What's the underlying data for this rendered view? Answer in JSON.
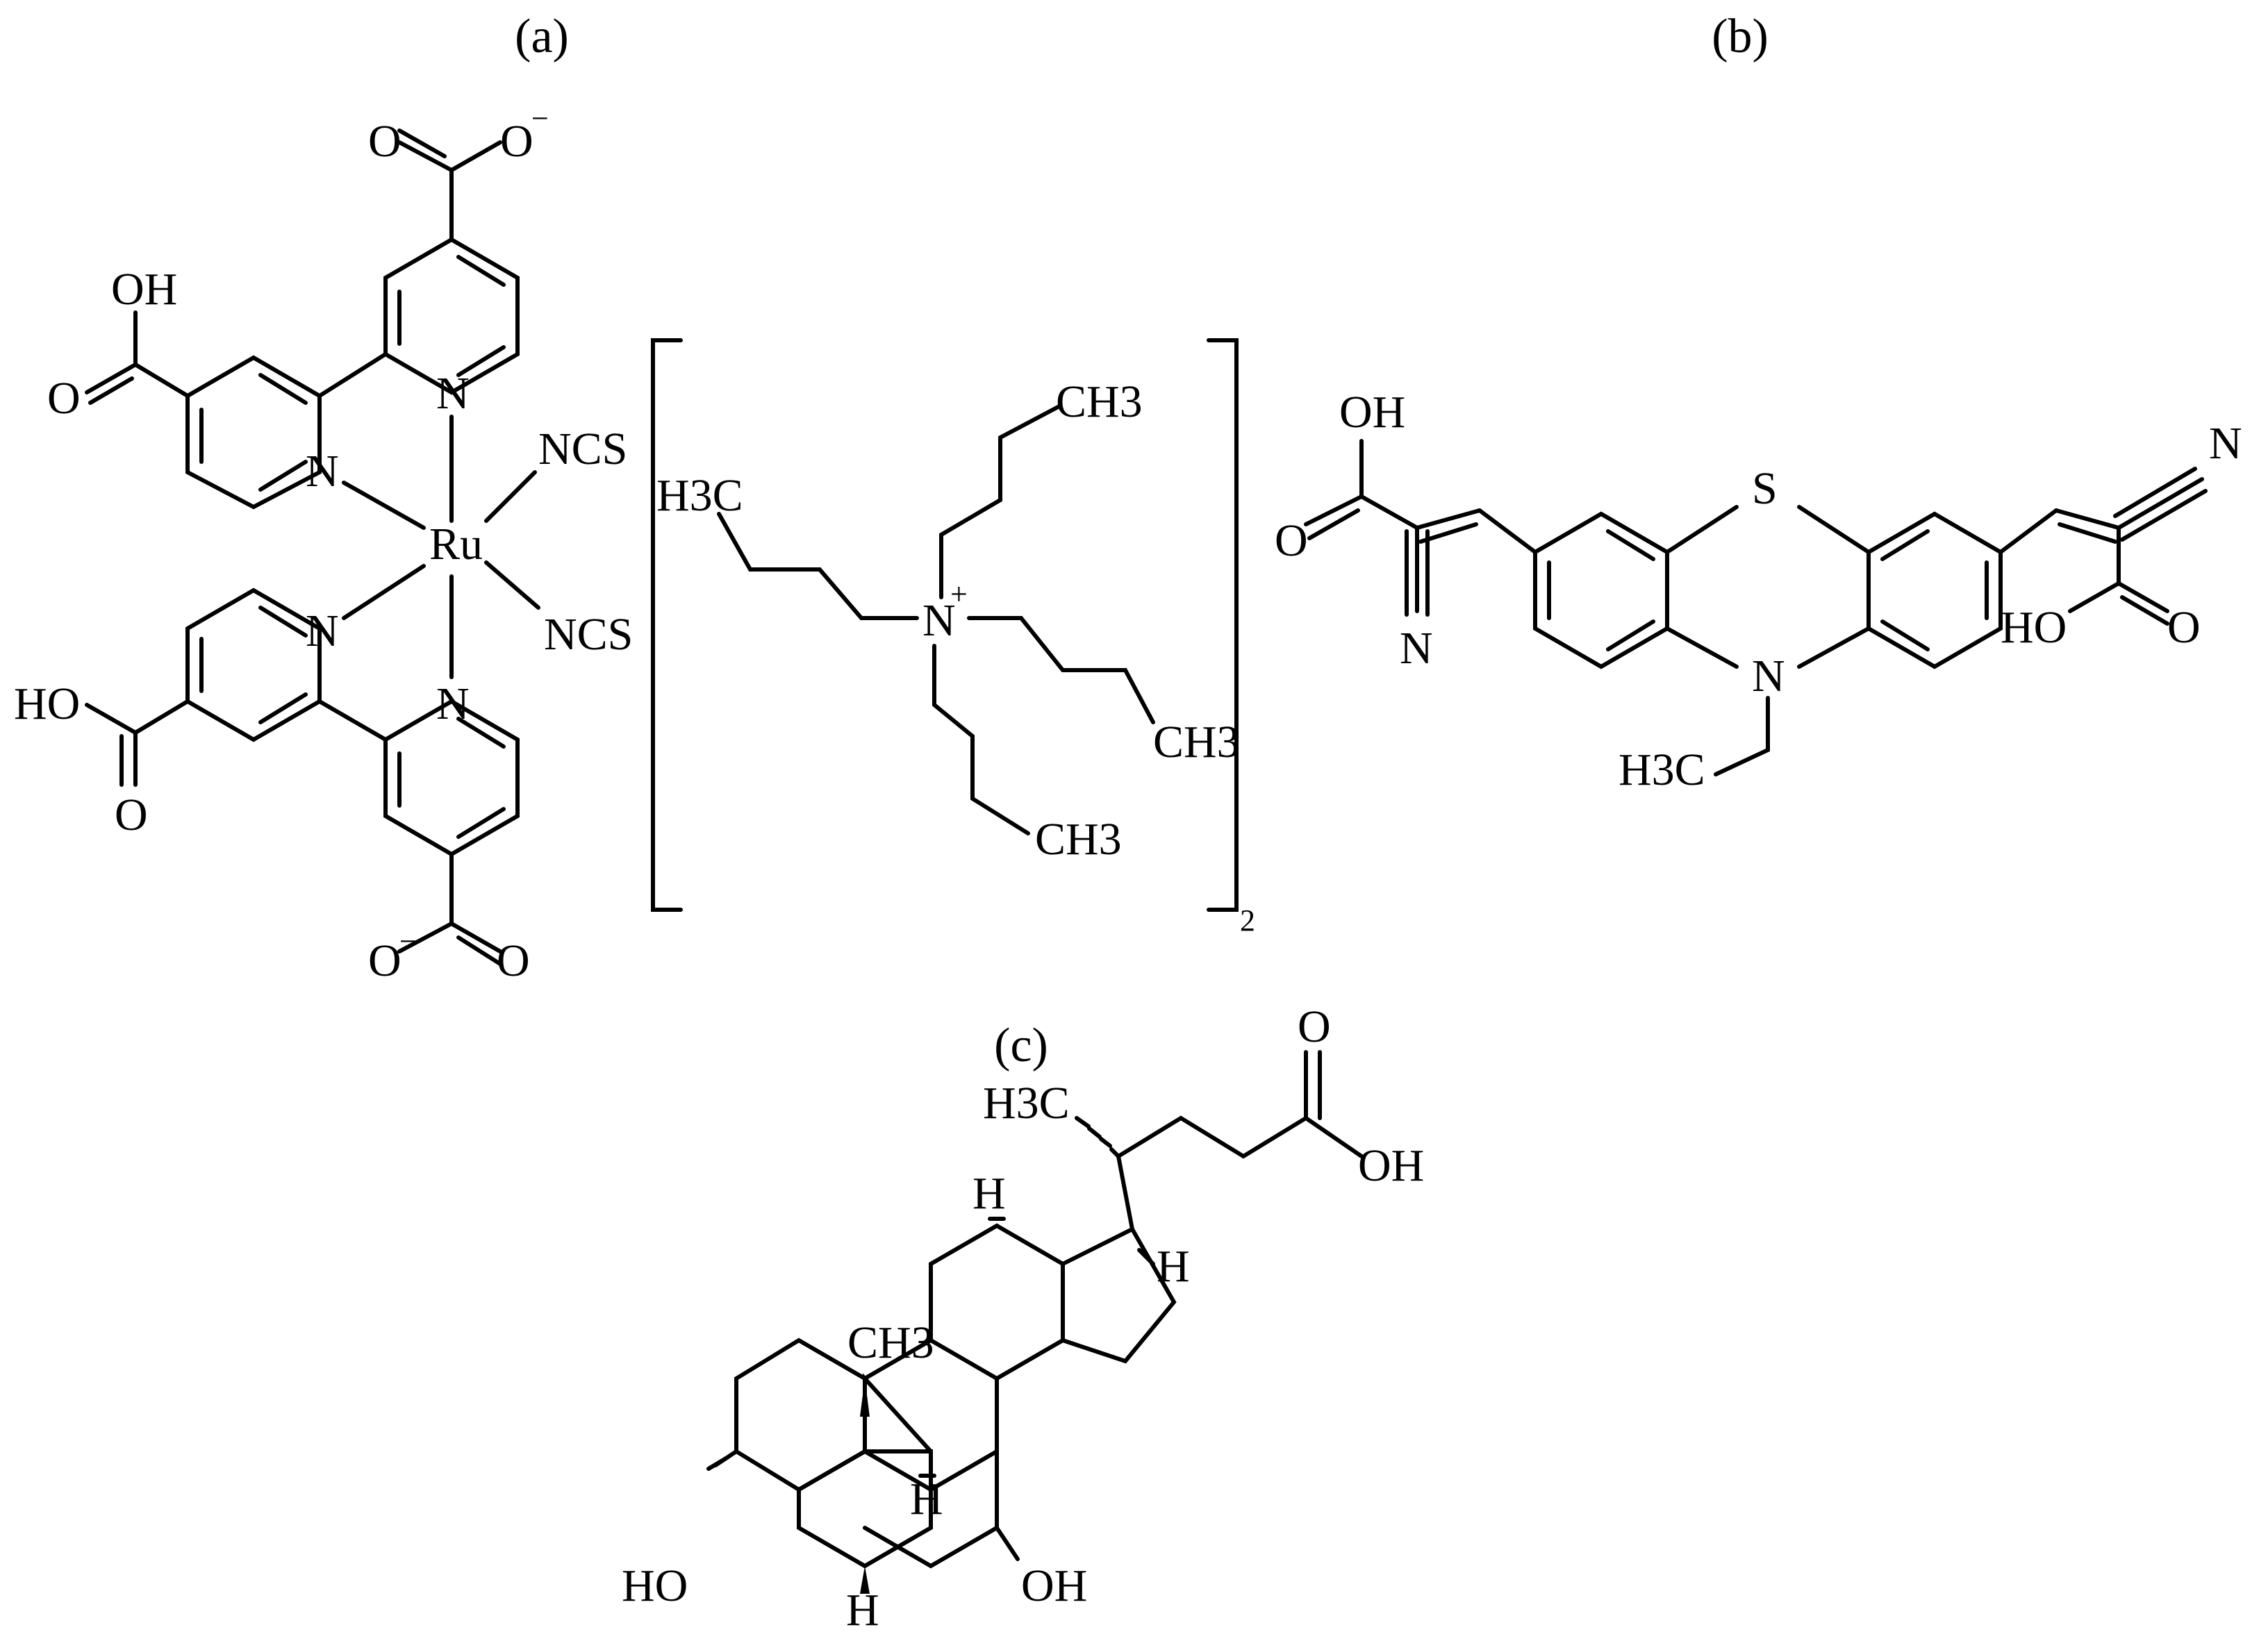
{
  "panels": {
    "a": "(a)",
    "b": "(b)",
    "c": "(c)"
  },
  "a": {
    "metal": "Ru",
    "ligand_ncs": "NCS",
    "n": "N",
    "cooh": "OH",
    "carbonyl_o": "O",
    "ho": "HO",
    "o": "O",
    "minus": "−",
    "counterion": {
      "ch3_top": "CH3",
      "h3c_left": "H3C",
      "ch3_right": "CH3",
      "ch3_bottom": "CH3",
      "n_plus": "N",
      "plus": "+",
      "multiplier": "2"
    }
  },
  "b": {
    "oh": "OH",
    "o": "O",
    "s": "S",
    "n": "N",
    "ho": "HO",
    "h3c": "H3C"
  },
  "c": {
    "h3c": "H3C",
    "ch3": "CH3",
    "o": "O",
    "oh": "OH",
    "ho": "HO",
    "h": "H"
  }
}
